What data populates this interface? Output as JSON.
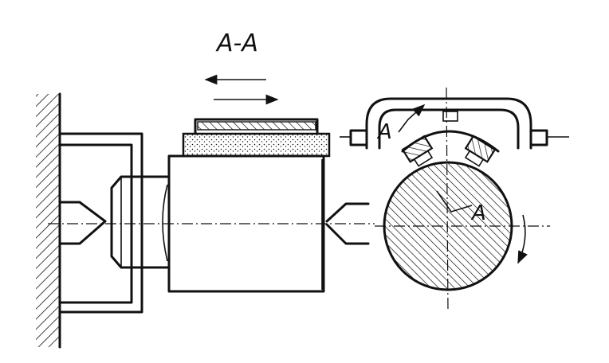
{
  "labels": {
    "section": "A-A",
    "section_mark": "A",
    "point_mark": "A"
  },
  "colors": {
    "ink": "#111111",
    "paper": "#ffffff"
  }
}
